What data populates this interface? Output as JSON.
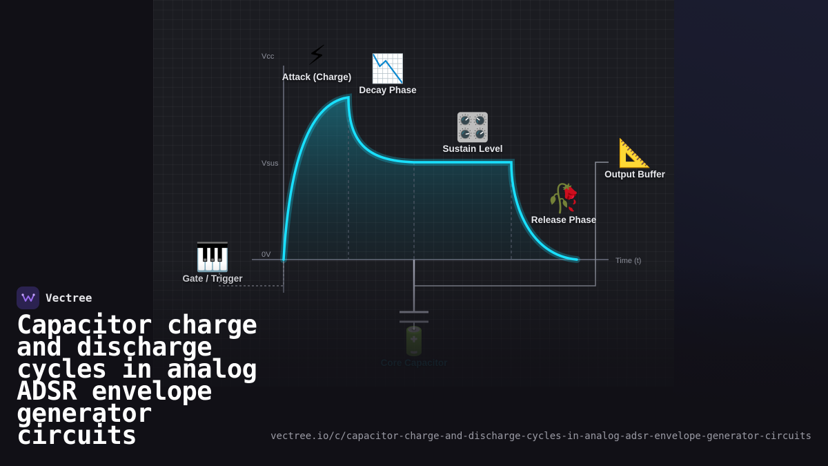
{
  "brand": {
    "name": "Vectree"
  },
  "title": "Capacitor charge and discharge cycles in analog ADSR envelope generator circuits",
  "url": "vectree.io/c/capacitor-charge-and-discharge-cycles-in-analog-adsr-envelope-generator-circuits",
  "axis": {
    "vcc": "Vcc",
    "vsus": "Vsus",
    "zero": "0V",
    "time": "Time (t)"
  },
  "nodes": {
    "attack": {
      "icon": "lightning-icon",
      "emoji": "⚡",
      "label": "Attack (Charge)"
    },
    "decay": {
      "icon": "chart-decreasing-icon",
      "emoji": "📉",
      "label": "Decay Phase"
    },
    "sustain": {
      "icon": "control-knobs-icon",
      "emoji": "🎛️",
      "label": "Sustain Level"
    },
    "release": {
      "icon": "wilted-flower-icon",
      "emoji": "🥀",
      "label": "Release Phase"
    },
    "output": {
      "icon": "triangular-ruler-icon",
      "emoji": "📐",
      "label": "Output Buffer"
    },
    "gate": {
      "icon": "piano-keys-icon",
      "emoji": "🎹",
      "label": "Gate / Trigger"
    },
    "core": {
      "icon": "battery-icon",
      "emoji": "🔋",
      "label": "Core Capacitor"
    }
  },
  "colors": {
    "curve": "#19e0ff",
    "accent": "#7d4fd6"
  }
}
